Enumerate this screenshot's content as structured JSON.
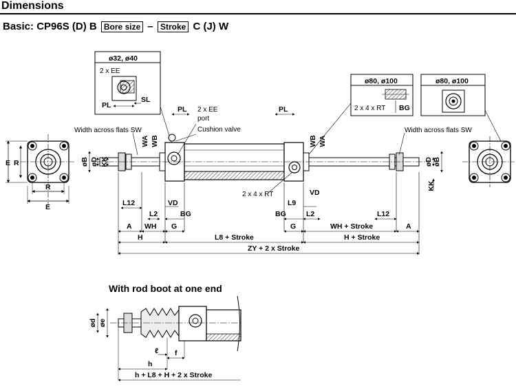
{
  "header": {
    "title": "Dimensions"
  },
  "subtitle": {
    "prefix": "Basic: CP96S (D) B",
    "bore_box": "Bore size",
    "dash": "–",
    "stroke_box": "Stroke",
    "suffix": "C (J) W"
  },
  "insets": {
    "small_bore": {
      "title": "ø32, ø40",
      "ee": "2 x EE",
      "pl": "PL",
      "sl": "SL"
    },
    "large_bore_rt": {
      "title": "ø80, ø100",
      "rt": "2 x 4 x RT",
      "bg": "BG"
    },
    "large_bore_end": {
      "title": "ø80, ø100"
    }
  },
  "labels": {
    "width_across_flats_left": "Width across flats SW",
    "width_across_flats_right": "Width across flats SW",
    "pl_left": "PL",
    "pl_right": "PL",
    "ee_port": "2 x EE",
    "port": "port",
    "cushion_valve": "Cushion valve",
    "rt_bottom": "2 x 4 x RT",
    "e_vert": "E",
    "r_vert": "R",
    "r_horiz": "R",
    "e_horiz": "E",
    "b_left": "øB",
    "d_left": "øD",
    "kk_left": "KK",
    "wa_left": "WA",
    "wb_left": "WB",
    "wb_right": "WB",
    "wa_right": "WA",
    "d_right": "øD",
    "b_right": "øB",
    "kk_right": "KK",
    "vd_left": "VD",
    "vd_right": "VD",
    "l12_left": "L12",
    "l2_left": "L2",
    "bg_left": "BG",
    "l9": "L9",
    "bg_right": "BG",
    "l2_right": "L2",
    "l12_right": "L12",
    "a_left": "A",
    "wh_left": "WH",
    "g_left": "G",
    "g_right": "G",
    "wh_right": "WH + Stroke",
    "a_right": "A",
    "h_left": "H",
    "l8": "L8 + Stroke",
    "h_right": "H + Stroke",
    "zy": "ZY + 2 x Stroke"
  },
  "boot_section": {
    "title": "With rod boot at one end",
    "d": "ød",
    "e": "øe",
    "l": "ℓ",
    "f": "f",
    "h": "h",
    "total": "h + L8 + H + 2 x Stroke"
  }
}
